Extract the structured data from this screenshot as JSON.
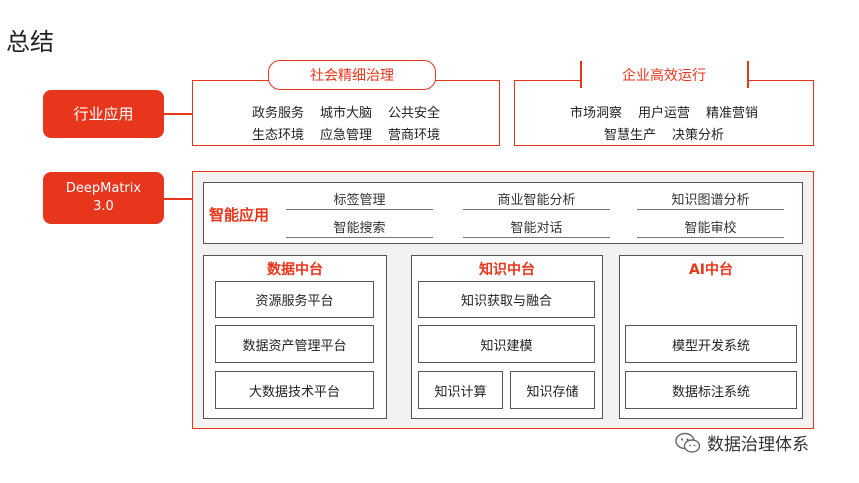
{
  "page": {
    "title": "总结"
  },
  "industry": {
    "label": "行业应用",
    "social": {
      "header": "社会精细治理",
      "row1": [
        "政务服务",
        "城市大脑",
        "公共安全"
      ],
      "row2": [
        "生态环境",
        "应急管理",
        "营商环境"
      ]
    },
    "enterprise": {
      "header": "企业高效运行",
      "row1": [
        "市场洞察",
        "用户运营",
        "精准营销"
      ],
      "row2": [
        "智慧生产",
        "决策分析"
      ]
    }
  },
  "deepmatrix": {
    "label_line1": "DeepMatrix",
    "label_line2": "3.0"
  },
  "smart_app": {
    "label": "智能应用",
    "items": [
      "标签管理",
      "商业智能分析",
      "知识图谱分析",
      "智能搜索",
      "智能对话",
      "智能审校"
    ]
  },
  "data_platform": {
    "title": "数据中台",
    "items": [
      "资源服务平台",
      "数据资产管理平台",
      "大数据技术平台"
    ]
  },
  "knowledge_platform": {
    "title": "知识中台",
    "items": [
      "知识获取与融合",
      "知识建模",
      "知识计算",
      "知识存储"
    ]
  },
  "ai_platform": {
    "title": "AI中台",
    "items": [
      "模型开发系统",
      "数据标注系统"
    ]
  },
  "watermark": {
    "text": "数据治理体系"
  },
  "colors": {
    "accent": "#e8361d"
  }
}
